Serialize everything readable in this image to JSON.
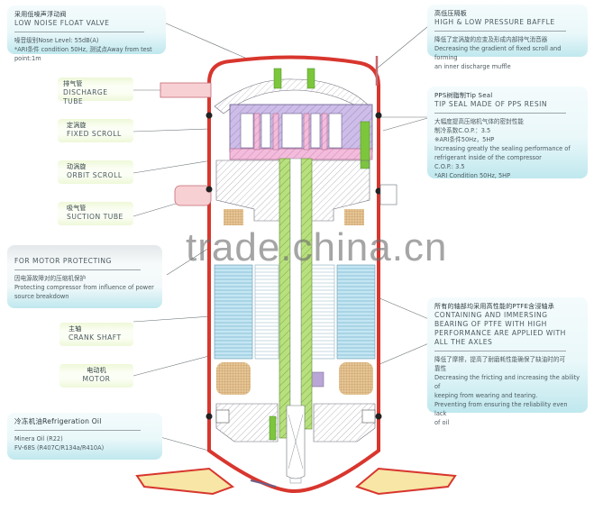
{
  "watermark": "trade.china.cn",
  "callouts": {
    "float_valve": {
      "zh": "采用低噪声浮动阀",
      "en": "LOW NOISE FLOAT VALVE",
      "lines": [
        "噪音级别Nose Level: 55dB(A)",
        "*ARI条件 condition 50Hz, 测试点Away from test",
        "point:1m"
      ]
    },
    "pressure_baffle": {
      "zh": "高低压隔板",
      "en": "HIGH & LOW PRESSURE BAFFLE",
      "lines": [
        "降低了定涡旋的应变及形成内部排气消音器",
        "Decreasing the gradient of fixed scroll and forming",
        "an inner discharge muffle"
      ]
    },
    "tip_seal": {
      "zh": "PPS树脂制Tip  Seal",
      "en": "TIP SEAL MADE OF PPS RESIN",
      "lines": [
        "大幅度提高压缩机气体的密封性能",
        "制冷系数C.O.P.：3.5",
        "※ARI条件50Hz，5HP",
        "Increasing greatly the sealing performance of",
        "refrigerant inside of the compressor",
        "C.O.P.: 3.5",
        "*ARI Condition 50Hz, 5HP"
      ]
    },
    "motor_protecting": {
      "en": "FOR MOTOR PROTECTING",
      "lines": [
        "因电源故障对的压缩机保护",
        "Protecting compressor from influence of power",
        "source breakdown"
      ]
    },
    "ptfe_bearing": {
      "zh": "所有的轴部均采用高性能的PTFE含浸轴承",
      "en_lines": [
        "CONTAINING AND IMMERSING",
        "BEARING OF PTFE WITH HIGH",
        "PERFORMANCE ARE APPLIED WITH",
        "ALL THE AXLES"
      ],
      "lines": [
        "降低了摩擦，提高了耐磨耗性能确保了缺油时的可",
        "靠性",
        "Decreasing the fricting and increasing the ability of",
        "keeping from wearing and tearing.",
        "Preventing from ensuring the reliability even lack",
        "of oil"
      ]
    },
    "refrigeration_oil": {
      "title": "冷冻机油Refrigeration Oil",
      "lines": [
        "Minera Oil  (R22)",
        "FV-68S  (R407C/R134a/R410A)"
      ]
    }
  },
  "labels": [
    {
      "zh": "排气管",
      "en": "DISCHARGE TUBE"
    },
    {
      "zh": "定涡旋",
      "en": "FIXED SCROLL"
    },
    {
      "zh": "动涡旋",
      "en": "ORBIT SCROLL"
    },
    {
      "zh": "吸气管",
      "en": "SUCTION TUBE"
    },
    {
      "zh": "主轴",
      "en": "CRANK SHAFT"
    },
    {
      "zh": "电动机",
      "en": "MOTOR"
    }
  ],
  "colors": {
    "shell": "#d8362e",
    "scroll_purple": "#c9b8e6",
    "scroll_pink": "#f2b6d8",
    "shaft_green": "#a9dc6c",
    "bolt_green": "#7cc63c",
    "motor_blue": "#bfe4f2",
    "winding_tan": "#e2bf8c",
    "base_yellow": "#f7e6a6",
    "callout_cyan": "#bfe8ee",
    "label_green": "#eef8d8"
  }
}
